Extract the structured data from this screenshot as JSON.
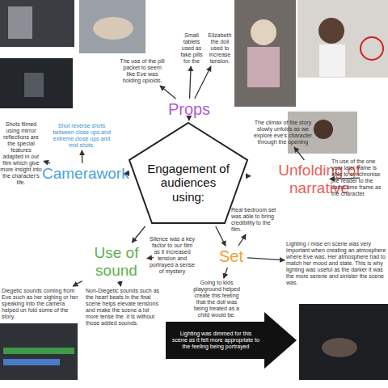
{
  "diagram": {
    "nodes": [
      {
        "text": [
          "Engagement of audiences using:"
        ]
      },
      {
        "text": [
          "Props"
        ]
      },
      {
        "text": [
          "The use of the pill packet to seem like Eve was holding opioids."
        ]
      },
      {
        "text": [
          "Small tablets used as fake pills for the"
        ]
      },
      {
        "text": [
          "Elizabeth the doll used to increase tension."
        ]
      },
      {
        "text": [
          "Camerawork"
        ]
      },
      {
        "text": [
          "Shot reverse shots between close ups and extreme close ups and mid shots."
        ]
      },
      {
        "text": [
          "Shots filmed using mirror reflections are the special features adapted in our film which give more insight into the character's life."
        ]
      },
      {
        "text": [
          "Unfolding of narrative"
        ]
      },
      {
        "text": [
          "The climax of the story slowly unfolds as we explore eve's character through the opening"
        ]
      },
      {
        "text": [
          "Th use of the one year later frame is able to synchronise the reader to the same time frame as the character."
        ]
      },
      {
        "text": [
          "Use of sound"
        ]
      },
      {
        "text": [
          "Silence was a key factor to our film as it increased tension and portrayed a sense of mystery"
        ]
      },
      {
        "text": [
          "Diegetic sounds coming from Eve such as her sighing or her speaking into the camera helped un fold some of the story."
        ]
      },
      {
        "text": [
          "Non-Diegetic sounds such as the heart beats in the final scene helps elevate tensions and make the scene a lot more tense the. it is without those added sounds."
        ]
      },
      {
        "text": [
          "Set"
        ]
      },
      {
        "text": [
          "Real bedroom set was able to bring credibility to the film."
        ]
      },
      {
        "text": [
          "Lighting / mise en scene was very important when creating an atmosphere where Eve was. Her atmosphere had to match her mood and state. This is why lighting was useful as the darker it was the more serene and sinister the scene was."
        ]
      },
      {
        "text": [
          "Going to kids playground helped create this feeling that the doll was being treated as a child would be."
        ]
      },
      {
        "text": [
          "Lighting was dimmed for this scene as it felt more appropriate to the feeling being portrayed"
        ]
      }
    ],
    "edges": [
      {
        "from": 0,
        "to": 1,
        "arrow": "to"
      },
      {
        "from": 0,
        "to": 5,
        "arrow": "to"
      },
      {
        "from": 0,
        "to": 8,
        "arrow": "to"
      },
      {
        "from": 0,
        "to": 11,
        "arrow": "to"
      },
      {
        "from": 0,
        "to": 15,
        "arrow": "to"
      },
      {
        "from": 1,
        "to": 2,
        "arrow": "to"
      },
      {
        "from": 1,
        "to": 3,
        "arrow": "to"
      },
      {
        "from": 1,
        "to": 4,
        "arrow": "to"
      },
      {
        "from": 5,
        "to": 6,
        "arrow": "to"
      },
      {
        "from": 5,
        "to": 7,
        "arrow": "to"
      },
      {
        "from": 8,
        "to": 9,
        "arrow": "to"
      },
      {
        "from": 8,
        "to": 10,
        "arrow": "to"
      },
      {
        "from": 11,
        "to": 12,
        "arrow": "to"
      },
      {
        "from": 11,
        "to": 13,
        "arrow": "to"
      },
      {
        "from": 11,
        "to": 14,
        "arrow": "to"
      },
      {
        "from": 15,
        "to": 16,
        "arrow": "to"
      },
      {
        "from": 15,
        "to": 17,
        "arrow": "to"
      },
      {
        "from": 15,
        "to": 18,
        "arrow": "to"
      }
    ]
  }
}
